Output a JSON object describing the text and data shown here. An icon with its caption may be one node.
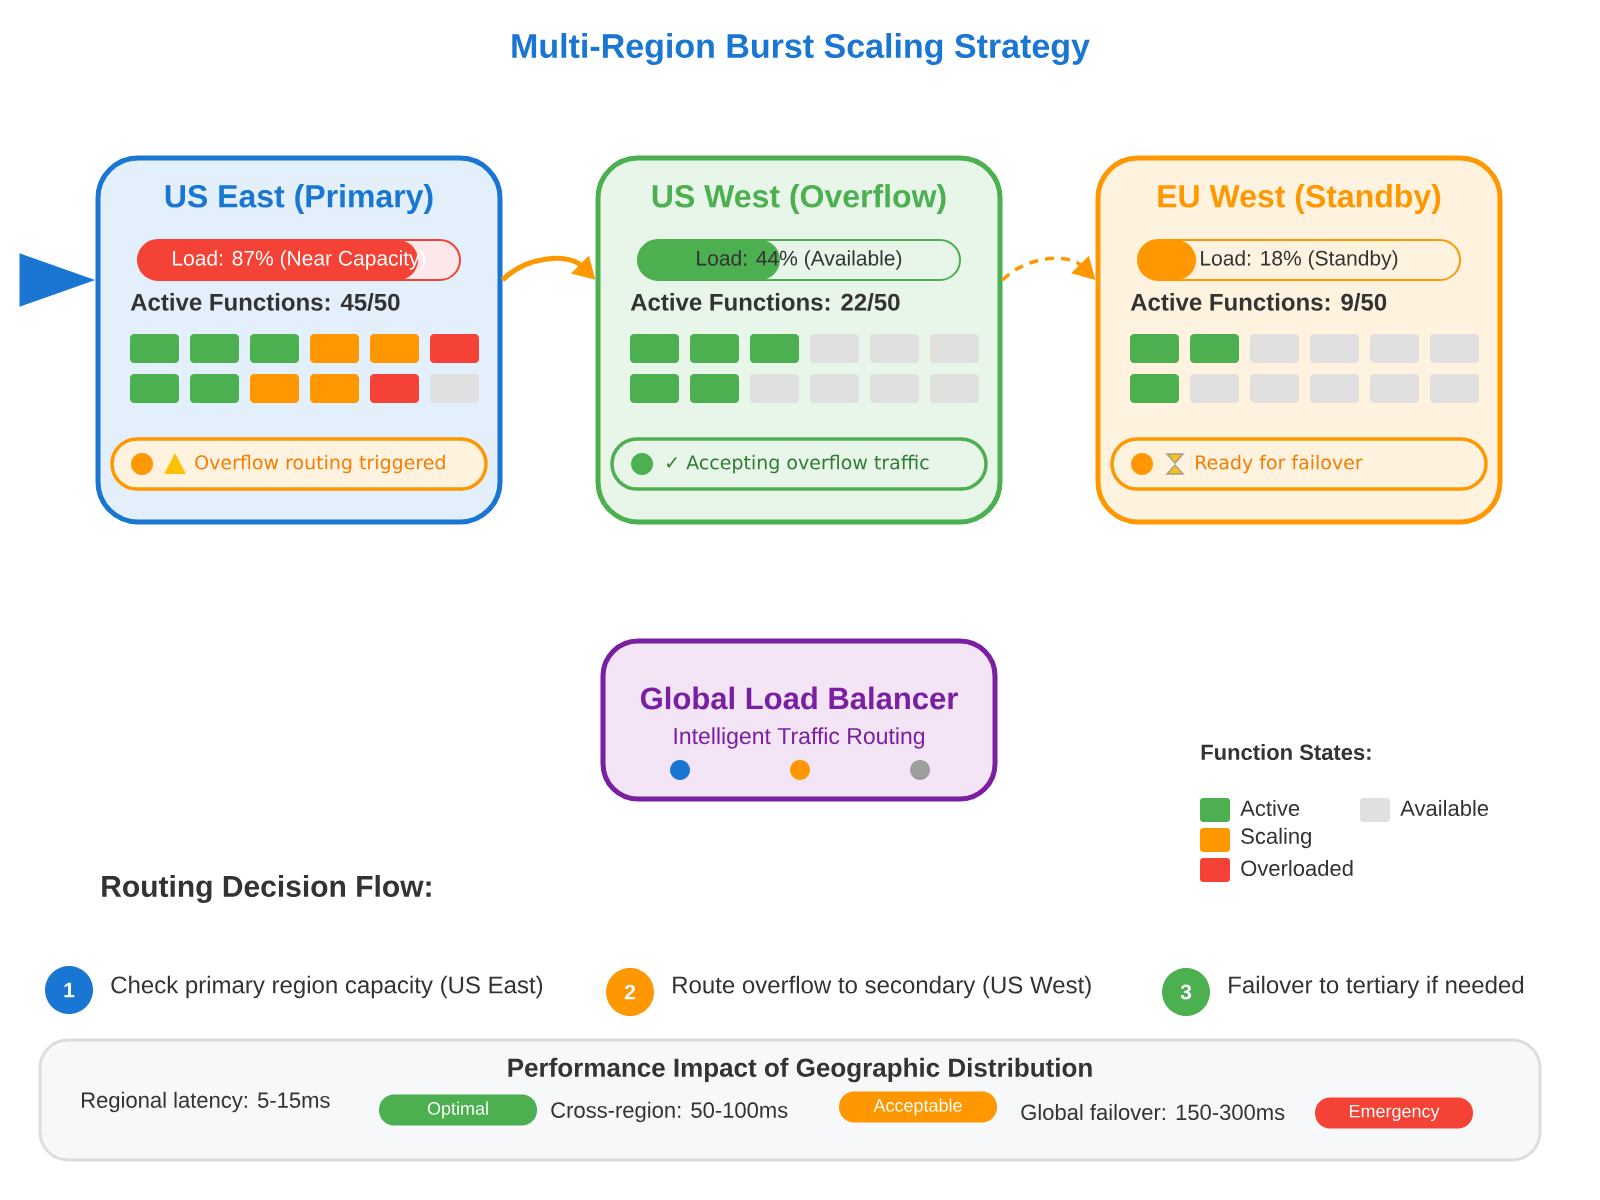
{
  "diagram": {
    "title": "Multi-Region Burst Scaling Strategy",
    "nodes": [
      {
        "text": [
          "US East (Primary)",
          "Active Functions: 45/50"
        ]
      },
      {
        "text": [
          "Load: 87% (Near Capacity)"
        ],
        "in": 0
      },
      {
        "text": [
          "Overflow routing triggered"
        ],
        "in": 0
      },
      {
        "text": [
          "US West (Overflow)",
          "Active Functions: 22/50"
        ]
      },
      {
        "text": [
          "Load: 44% (Available)"
        ],
        "in": 3
      },
      {
        "text": [
          "✓ Accepting overflow traffic"
        ],
        "in": 3
      },
      {
        "text": [
          "EU West (Standby)",
          "Active Functions: 9/50"
        ]
      },
      {
        "text": [
          "Load: 18% (Standby)"
        ],
        "in": 6
      },
      {
        "text": [
          "Ready for failover"
        ],
        "in": 6
      },
      {
        "text": [
          "Global Load Balancer",
          "Intelligent Traffic Routing"
        ]
      },
      {
        "text": [
          "1"
        ],
        "beside": [
          "Check primary region capacity (US East)"
        ]
      },
      {
        "text": [
          "2"
        ],
        "beside": [
          "Route overflow to secondary (US West)"
        ]
      },
      {
        "text": [
          "3"
        ],
        "beside": [
          "Failover to tertiary if needed"
        ]
      },
      {
        "text": [
          "Performance Impact of Geographic Distribution"
        ]
      },
      {
        "text": [
          "Optimal"
        ],
        "in": 13
      },
      {
        "text": [
          "Acceptable"
        ],
        "in": 13
      },
      {
        "text": [
          "Emergency"
        ],
        "in": 13
      }
    ],
    "edges": [
      {
        "from": null,
        "to": 0,
        "arrow": "to",
        "color": "#1976d2"
      },
      {
        "from": 0,
        "to": 3,
        "arrow": "to"
      },
      {
        "from": 3,
        "to": 6,
        "arrow": "to",
        "style": "dashed"
      }
    ],
    "labels": [
      "Routing Decision Flow:",
      "Function States:",
      "Regional latency: 5-15ms",
      "Cross-region: 50-100ms",
      "Global failover: 150-300ms"
    ],
    "legend": [
      {
        "text": "Active",
        "color": "#4caf50"
      },
      {
        "text": "Scaling",
        "color": "#ff9800"
      },
      {
        "text": "Overloaded",
        "color": "#f44336"
      },
      {
        "text": "Available",
        "color": "#e0e0e0"
      }
    ]
  }
}
